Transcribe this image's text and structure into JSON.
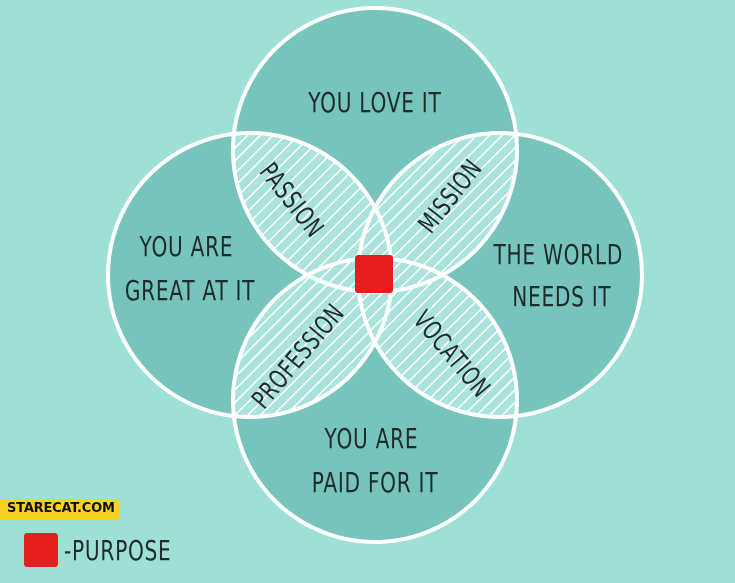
{
  "diagram": {
    "circles": {
      "love": [
        "YOU LOVE IT"
      ],
      "great": [
        "YOU ARE",
        "GREAT AT IT"
      ],
      "needs": [
        "THE WORLD",
        "NEEDS IT"
      ],
      "paid": [
        "YOU ARE",
        "PAID FOR IT"
      ]
    },
    "overlaps": {
      "passion": "PASSION",
      "mission": "MISSION",
      "profession": "PROFESSION",
      "vocation": "VOCATION"
    },
    "center_color": "#e41e1e"
  },
  "watermark": "STARECAT.COM",
  "legend": {
    "label": "-PURPOSE",
    "color": "#e41e1e"
  },
  "colors": {
    "background": "#9ee0d6",
    "circle_fill": "#76c4bc",
    "outline": "#ffffff",
    "text": "#1f2a2a"
  }
}
